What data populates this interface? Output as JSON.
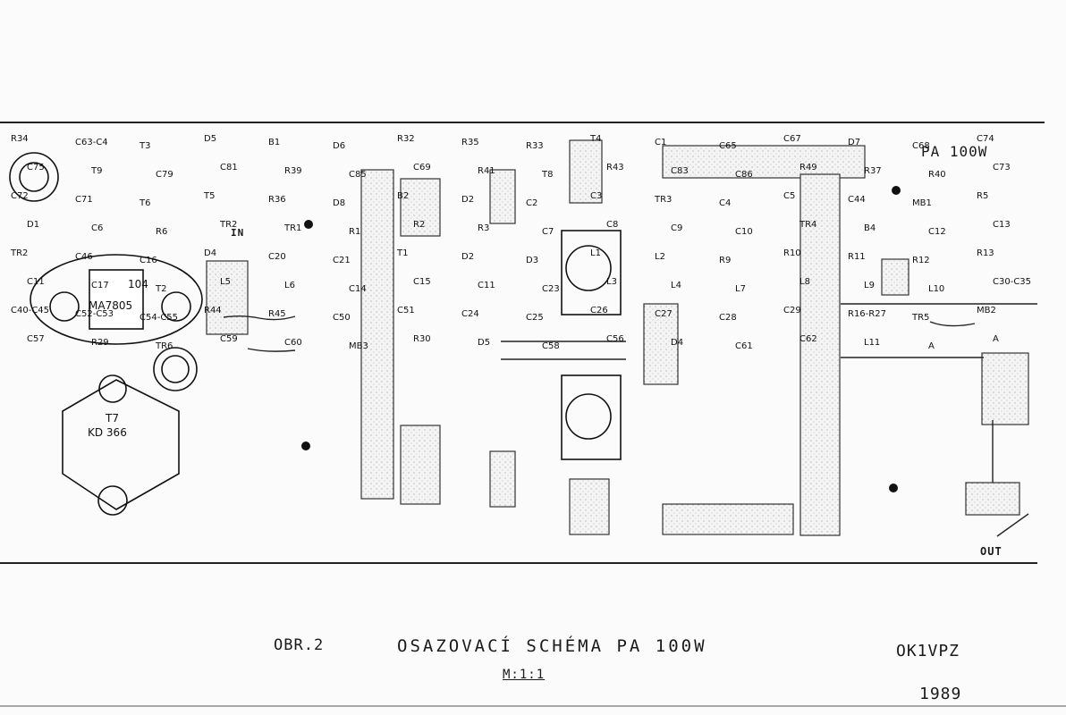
{
  "captions": {
    "figure_number": "OBR.2",
    "title": "OSAZOVACÍ SCHÉMA PA 100W",
    "scale": "M:1:1",
    "callsign": "OK1VPZ",
    "year": "1989",
    "header": "PA 100W",
    "input": "IN",
    "output": "OUT"
  },
  "ic_labels": {
    "regulator": "MA7805",
    "regulator_pin": "104",
    "transistor_t7": "T7",
    "diode_ky": "KD 366"
  },
  "part_labels": [
    "R34",
    "C63-C4",
    "T3",
    "D5",
    "B1",
    "D6",
    "R32",
    "R35",
    "R33",
    "T4",
    "C1",
    "C65",
    "C67",
    "D7",
    "C68",
    "C74",
    "C75",
    "T9",
    "C79",
    "C81",
    "R39",
    "C85",
    "C69",
    "R41",
    "T8",
    "R43",
    "C83",
    "C86",
    "R49",
    "R37",
    "R40",
    "C73",
    "C72",
    "C71",
    "T6",
    "T5",
    "R36",
    "D8",
    "B2",
    "D2",
    "C2",
    "C3",
    "TR3",
    "C4",
    "C5",
    "C44",
    "MB1",
    "R5",
    "D1",
    "C6",
    "R6",
    "TR2",
    "TR1",
    "R1",
    "R2",
    "R3",
    "C7",
    "C8",
    "C9",
    "C10",
    "TR4",
    "B4",
    "C12",
    "C13",
    "TR2",
    "C46",
    "C16",
    "D4",
    "C20",
    "C21",
    "T1",
    "D2",
    "D3",
    "L1",
    "L2",
    "R9",
    "R10",
    "R11",
    "R12",
    "R13",
    "C11",
    "C17",
    "T2",
    "L5",
    "L6",
    "C14",
    "C15",
    "C11",
    "C23",
    "L3",
    "L4",
    "L7",
    "L8",
    "L9",
    "L10",
    "C30-C35",
    "C40-C45",
    "C52-C53",
    "C54-C55",
    "R44",
    "R45",
    "C50",
    "C51",
    "C24",
    "C25",
    "C26",
    "C27",
    "C28",
    "C29",
    "R16-R27",
    "TR5",
    "MB2",
    "C57",
    "R29",
    "TR6",
    "C59",
    "C60",
    "MB3",
    "R30",
    "D5",
    "C58",
    "C56",
    "D4",
    "C61",
    "C62",
    "L11",
    "A",
    "A"
  ]
}
